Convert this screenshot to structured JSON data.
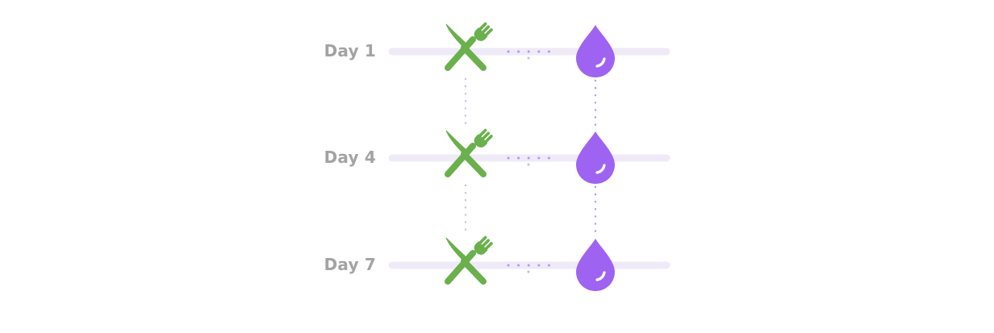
{
  "diagram": {
    "rows": [
      {
        "label": "Day 1"
      },
      {
        "label": "Day 4"
      },
      {
        "label": "Day 7"
      }
    ],
    "icons": {
      "meal": "fork-knife-icon",
      "drop": "water-drop-icon"
    },
    "colors": {
      "track": "#efeaf7",
      "meal": "#6ab04c",
      "drop": "#9f63f2",
      "connector_light": "#c7c1dd",
      "connector_purple": "#b797f2",
      "label": "#a3a3a3"
    }
  }
}
